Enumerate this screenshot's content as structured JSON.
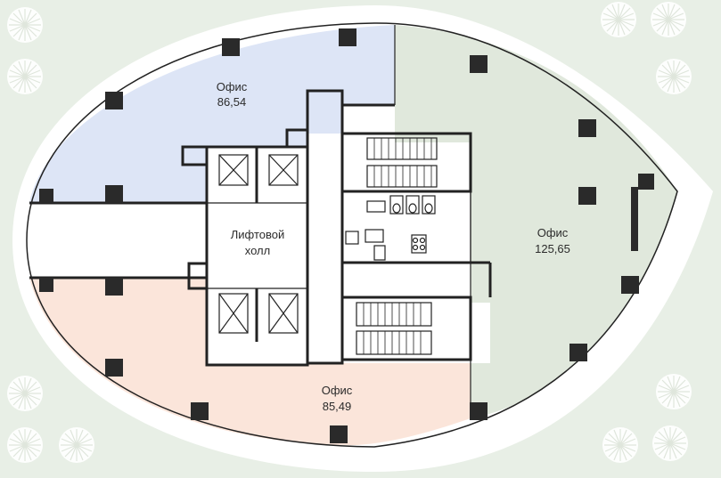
{
  "rooms": [
    {
      "id": "office-1",
      "name": "Офис",
      "area": "86,54",
      "color": "#dde5f6"
    },
    {
      "id": "office-2",
      "name": "Офис",
      "area": "125,65",
      "color": "#e0e8dc"
    },
    {
      "id": "office-3",
      "name": "Офис",
      "area": "85,49",
      "color": "#fbe5da"
    }
  ],
  "lobby": {
    "line1": "Лифтовой",
    "line2": "холл"
  },
  "colors": {
    "background": "#e8efe6",
    "floor": "#ffffff",
    "wall": "#222222",
    "column": "#2a2a2a",
    "tree": "#ffffff"
  }
}
